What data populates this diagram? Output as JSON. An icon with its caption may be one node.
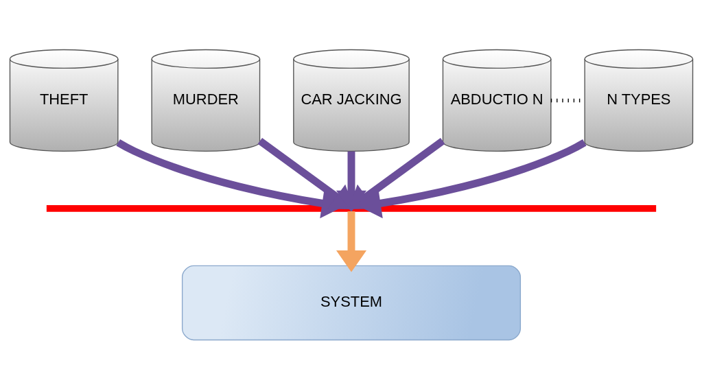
{
  "diagram": {
    "nodes": [
      {
        "text": [
          "THEFT"
        ]
      },
      {
        "text": [
          "MURDER"
        ]
      },
      {
        "text": [
          "CAR JACKING"
        ]
      },
      {
        "text": [
          "ABDUCTIO N"
        ]
      },
      {
        "text": [
          "N TYPES"
        ]
      },
      {
        "text": [],
        "shape": "bar"
      },
      {
        "text": [
          "SYSTEM"
        ]
      }
    ],
    "edges": [
      {
        "from": 0,
        "to": 5,
        "arrow": "to"
      },
      {
        "from": 1,
        "to": 5,
        "arrow": "to"
      },
      {
        "from": 2,
        "to": 5,
        "arrow": "to"
      },
      {
        "from": 3,
        "to": 5,
        "arrow": "to"
      },
      {
        "from": 4,
        "to": 5,
        "arrow": "to"
      },
      {
        "from": 3,
        "to": 4,
        "arrow": "none",
        "style": "dashed",
        "color": "#000000"
      },
      {
        "from": 5,
        "to": 6,
        "arrow": "to",
        "color": "#f4a460"
      }
    ]
  }
}
